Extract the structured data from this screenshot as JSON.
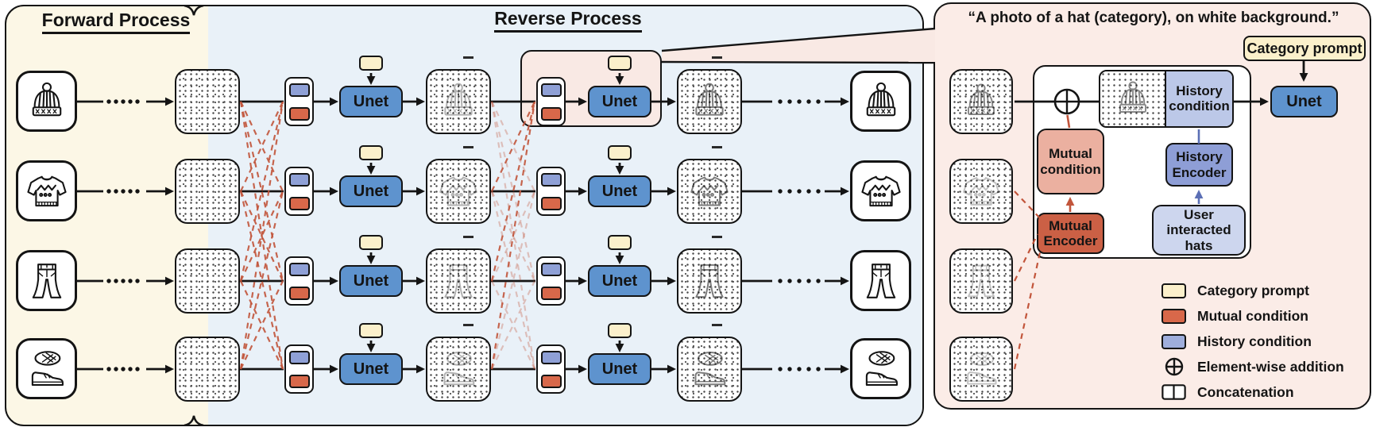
{
  "panels": {
    "forward": {
      "title": "Forward Process"
    },
    "reverse": {
      "title": "Reverse Process"
    },
    "detail": {
      "title": "“A photo of a hat (category), on white background.”",
      "category_prompt": "Category prompt",
      "unet": "Unet",
      "mutual_condition": "Mutual condition",
      "mutual_encoder": "Mutual Encoder",
      "history_condition": "History condition",
      "history_encoder": "History Encoder",
      "user_interacted_hats": "User interacted hats"
    }
  },
  "unet_label": "Unet",
  "rows": [
    {
      "icon": "hat"
    },
    {
      "icon": "sweater"
    },
    {
      "icon": "jeans"
    },
    {
      "icon": "shoe"
    }
  ],
  "legend": {
    "items": [
      {
        "label": "Category prompt",
        "type": "swatch",
        "color": "#FBF0CB"
      },
      {
        "label": "Mutual condition",
        "type": "swatch",
        "color": "#D8684A"
      },
      {
        "label": "History condition",
        "type": "swatch",
        "color": "#9FAEDC"
      },
      {
        "label": "Element-wise addition",
        "type": "oplus"
      },
      {
        "label": "Concatenation",
        "type": "concat"
      }
    ]
  },
  "colors": {
    "forward_bg": "#FCF7E6",
    "reverse_bg": "#E9F1F8",
    "detail_bg": "#FBECE7",
    "unet": "#5E93CE",
    "category_prompt": "#FBF0CB",
    "mutual_condition_light": "#EBB0A0",
    "mutual_encoder": "#CB6045",
    "history_condition": "#BCC8E8",
    "history_encoder": "#8E9ED6",
    "user_interacted": "#CDD6EE",
    "mutual_line": "#C2553B",
    "history_line": "#5B6FB5"
  }
}
